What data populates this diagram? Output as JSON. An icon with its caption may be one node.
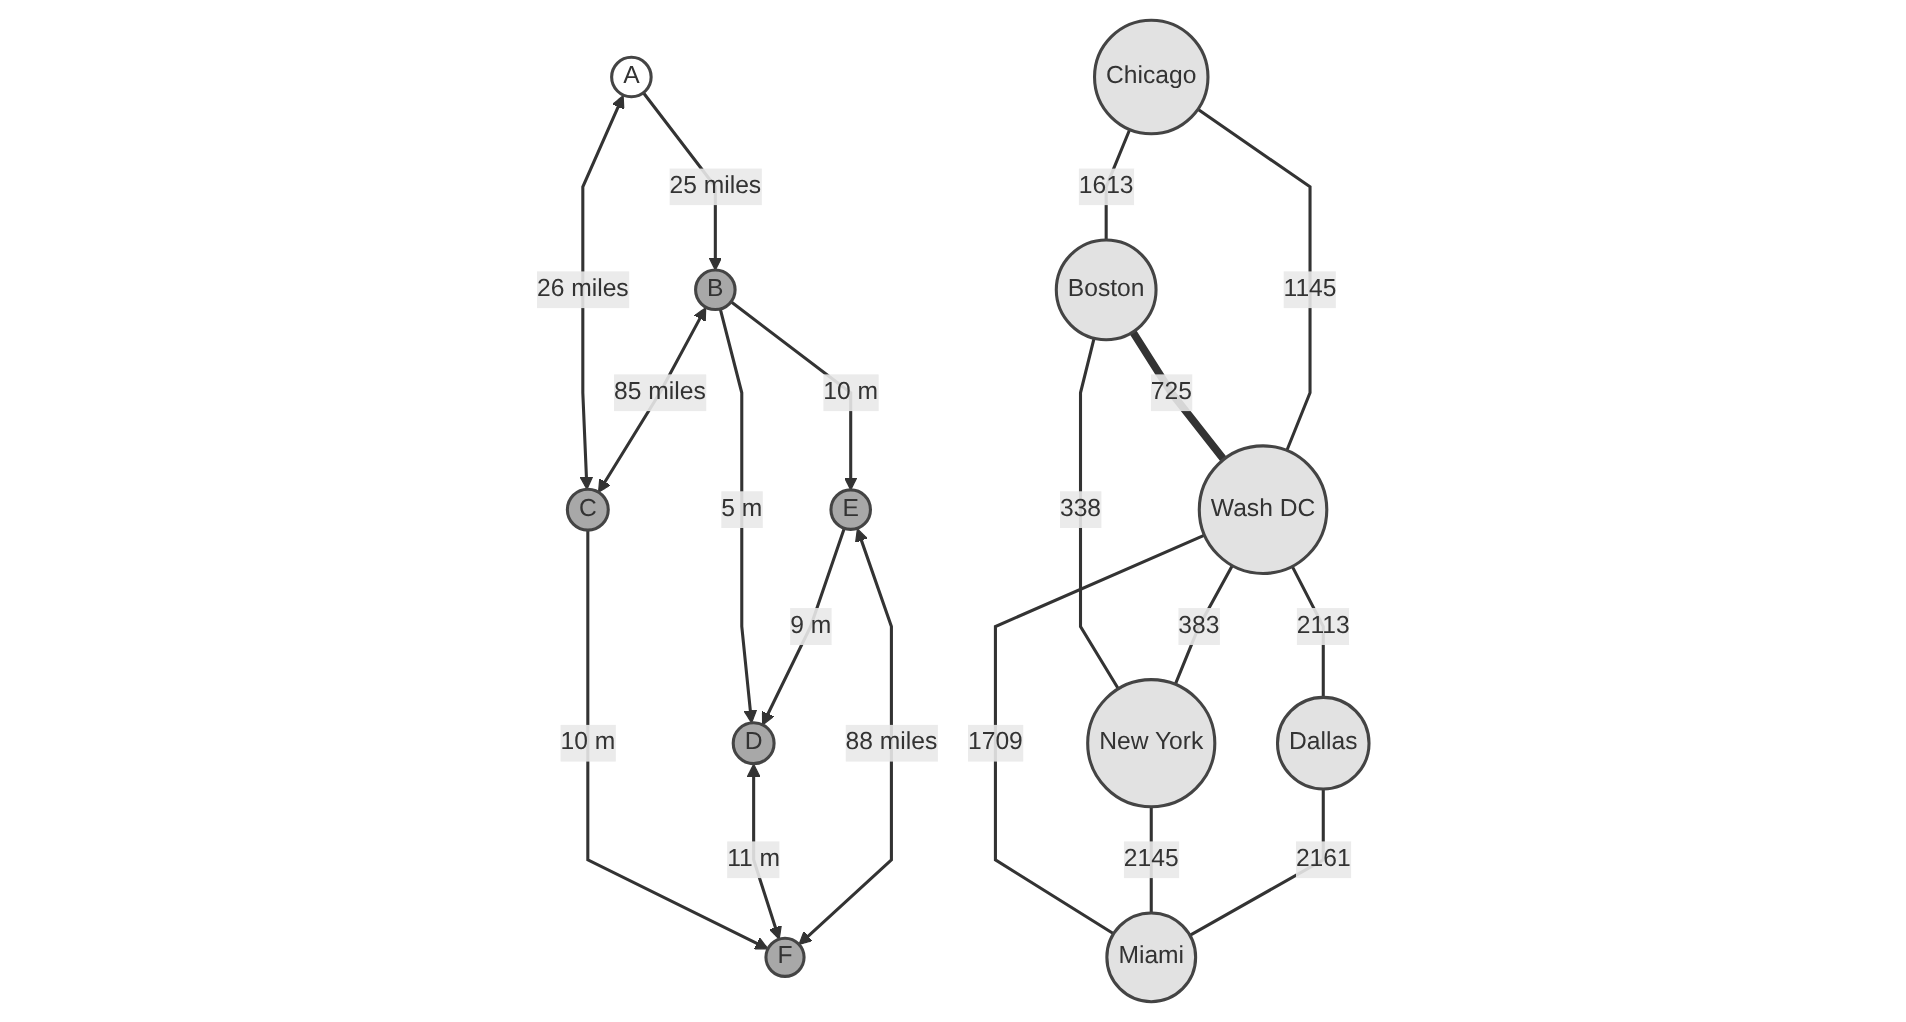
{
  "diagram": {
    "nodes": [
      {
        "text": [
          "A"
        ]
      },
      {
        "text": [
          "B"
        ]
      },
      {
        "text": [
          "C"
        ]
      },
      {
        "text": [
          "D"
        ]
      },
      {
        "text": [
          "E"
        ]
      },
      {
        "text": [
          "F"
        ]
      },
      {
        "text": [
          "Boston"
        ]
      },
      {
        "text": [
          "Chicago"
        ]
      },
      {
        "text": [
          "New York"
        ]
      },
      {
        "text": [
          "Wash DC"
        ]
      },
      {
        "text": [
          "Dallas"
        ]
      },
      {
        "text": [
          "Miami"
        ]
      }
    ],
    "edges": [
      {
        "from": 0,
        "to": 1,
        "arrow": "to",
        "label": "25 miles"
      },
      {
        "from": 0,
        "to": 2,
        "arrow": "both",
        "label": "26 miles"
      },
      {
        "from": 1,
        "to": 2,
        "arrow": "both",
        "label": "85 miles"
      },
      {
        "from": 1,
        "to": 3,
        "arrow": "to",
        "label": "5 m"
      },
      {
        "from": 1,
        "to": 4,
        "arrow": "to",
        "label": "10 m"
      },
      {
        "from": 2,
        "to": 5,
        "arrow": "to",
        "label": "10 m"
      },
      {
        "from": 4,
        "to": 3,
        "arrow": "to",
        "label": "9 m"
      },
      {
        "from": 3,
        "to": 5,
        "arrow": "both",
        "label": "11 m"
      },
      {
        "from": 4,
        "to": 5,
        "arrow": "both",
        "label": "88 miles"
      },
      {
        "from": 7,
        "to": 6,
        "arrow": "none",
        "label": "1613"
      },
      {
        "from": 6,
        "to": 9,
        "arrow": "none",
        "label": "725",
        "style": "thick"
      },
      {
        "from": 6,
        "to": 8,
        "arrow": "none",
        "label": "338"
      },
      {
        "from": 7,
        "to": 9,
        "arrow": "none",
        "label": "1145"
      },
      {
        "from": 9,
        "to": 8,
        "arrow": "none",
        "label": "383"
      },
      {
        "from": 9,
        "to": 10,
        "arrow": "none",
        "label": "2113"
      },
      {
        "from": 9,
        "to": 11,
        "arrow": "none",
        "label": "1709"
      },
      {
        "from": 8,
        "to": 11,
        "arrow": "none",
        "label": "2145"
      },
      {
        "from": 10,
        "to": 11,
        "arrow": "none",
        "label": "2161"
      }
    ]
  }
}
